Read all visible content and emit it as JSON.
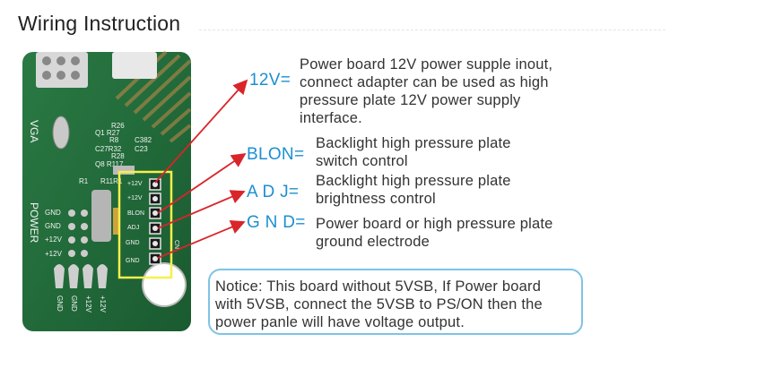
{
  "title": "Wiring Instruction",
  "board": {
    "vga": "VGA",
    "power": "POWER",
    "components": [
      "R26",
      "Q1 R27",
      "R8",
      "C382",
      "C27R32",
      "C23",
      "R28",
      "Q8 R117",
      "R1",
      "R11R1"
    ],
    "header_left": [
      "GND",
      "GND",
      "+12V",
      "+12V"
    ],
    "header_pins": [
      "+12V",
      "+12V",
      "BLON",
      "ADJ",
      "GND",
      "GND"
    ],
    "bottom_pins": [
      "GND",
      "GND",
      "+12V",
      "+12V"
    ],
    "connector_id": "CN"
  },
  "pins": [
    {
      "label": "12V=",
      "desc": "Power board 12V power supple inout,\nconnect adapter can be used as high\npressure plate 12V power supply\ninterface."
    },
    {
      "label": "BLON=",
      "desc": "Backlight high pressure plate\nswitch control"
    },
    {
      "label": "A  D J=",
      "desc": "Backlight high pressure plate\nbrightness control"
    },
    {
      "label": "G N D=",
      "desc": "Power board or high pressure plate\nground electrode"
    }
  ],
  "notice": "Notice: This board without 5VSB, If Power board\nwith 5VSB, connect the 5VSB to PS/ON then the\npower panle will have voltage output.",
  "colors": {
    "board": "#1f6b3a",
    "arrow": "#d9252a",
    "label": "#1c8fd1",
    "notice_border": "#7fc3e6",
    "highlight": "#f5f04a"
  }
}
